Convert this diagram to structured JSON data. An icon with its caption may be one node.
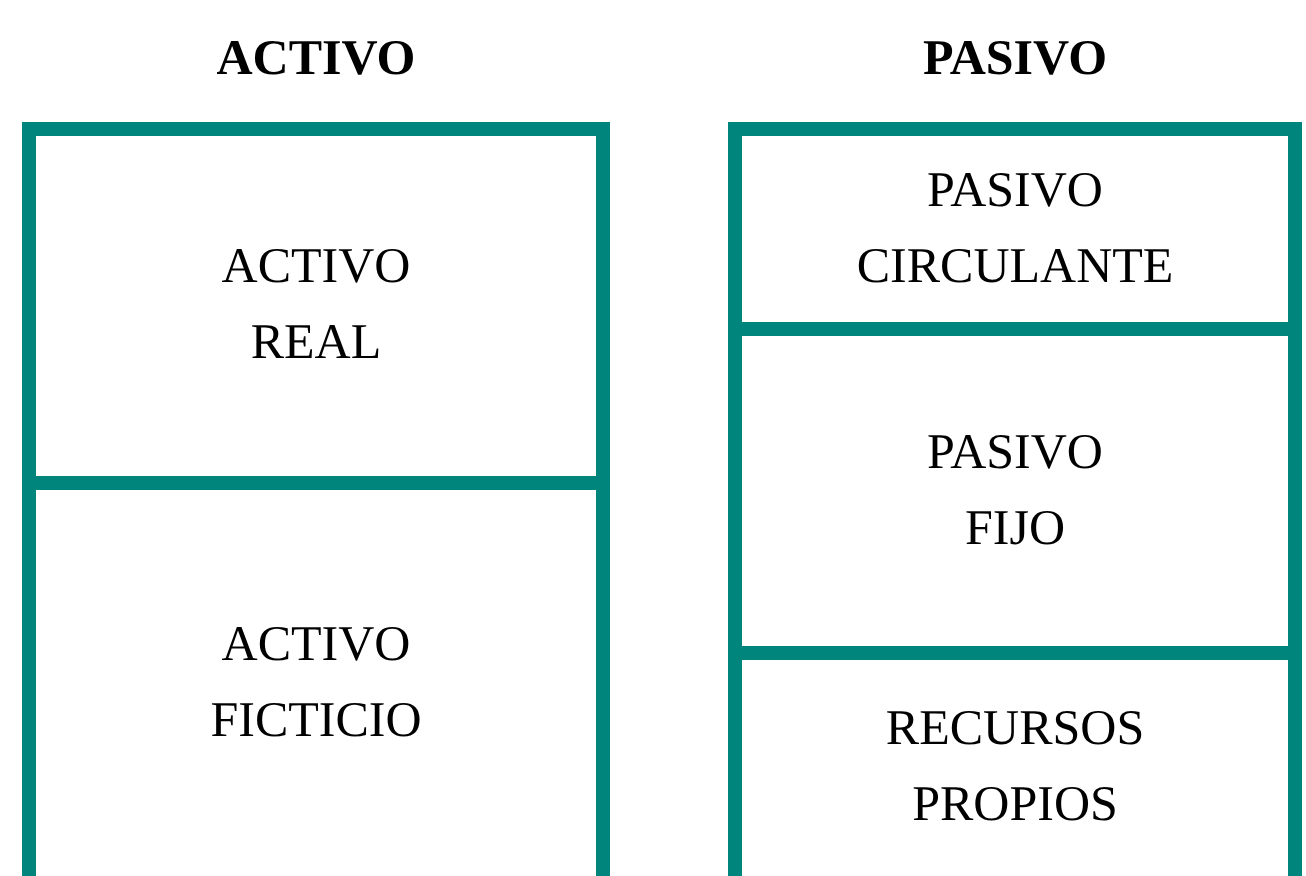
{
  "diagram": {
    "nodes": [
      {
        "text": [
          "ACTIVO"
        ]
      },
      {
        "text": [
          "ACTIVO REAL"
        ],
        "in": 0
      },
      {
        "text": [
          "ACTIVO FICTICIO"
        ],
        "in": 0
      },
      {
        "text": [
          "PASIVO"
        ]
      },
      {
        "text": [
          "PASIVO CIRCULANTE"
        ],
        "in": 3
      },
      {
        "text": [
          "PASIVO FIJO"
        ],
        "in": 3
      },
      {
        "text": [
          "RECURSOS PROPIOS"
        ],
        "in": 3
      }
    ]
  }
}
